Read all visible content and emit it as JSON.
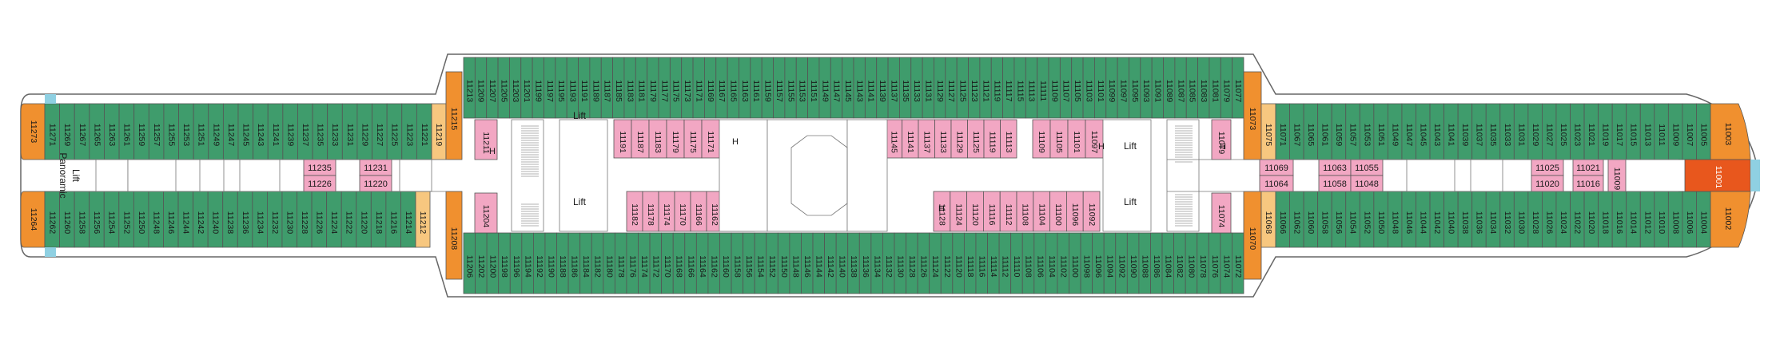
{
  "colors": {
    "balcony": "#3f9c6c",
    "inside": "#f2a7c3",
    "suite": "#f0902f",
    "suite_light": "#f7c77f",
    "owner_suite": "#e8571d",
    "glass": "#8fd0e2",
    "structure": "#ffffff",
    "outline": "#555555"
  },
  "labels": {
    "lift": "Lift",
    "panoramic_lift_line1": "Panoramic",
    "panoramic_lift_line2": "Lift",
    "h_marker": "H"
  },
  "aft_suites": [
    "11273",
    "11264"
  ],
  "forward_suites": {
    "port": "11003",
    "center": "11001",
    "starboard": "11002"
  },
  "rows": {
    "top_aft": [
      "11271",
      "11269",
      "11267",
      "11265",
      "11263",
      "11261",
      "11259",
      "11257",
      "11255",
      "11253",
      "11251",
      "11249",
      "11247",
      "11245",
      "11243",
      "11241",
      "11239",
      "11237",
      "11235",
      "11233",
      "11231",
      "11229",
      "11227",
      "11225",
      "11223",
      "11221"
    ],
    "top_aft_suite": "11219",
    "top_aft_suite2": "11215",
    "bottom_aft": [
      "11262",
      "11260",
      "11258",
      "11256",
      "11254",
      "11252",
      "11250",
      "11248",
      "11246",
      "11244",
      "11242",
      "11240",
      "11238",
      "11236",
      "11234",
      "11232",
      "11230",
      "11228",
      "11226",
      "11224",
      "11222",
      "11220",
      "11218",
      "11216",
      "11214"
    ],
    "bottom_aft_suite": "11212",
    "bottom_aft_suite2": "11208",
    "top_mid": [
      "11213",
      "11209",
      "11207",
      "11205",
      "11203",
      "11201",
      "11199",
      "11197",
      "11195",
      "11193",
      "11191",
      "11189",
      "11187",
      "11185",
      "11183",
      "11181",
      "11179",
      "11177",
      "11175",
      "11173",
      "11171",
      "11169",
      "11167",
      "11165",
      "11163",
      "11161",
      "11159",
      "11157",
      "11155",
      "11153",
      "11151",
      "11149",
      "11147",
      "11145",
      "11143",
      "11141",
      "11139",
      "11137",
      "11135",
      "11133",
      "11131",
      "11129",
      "11127",
      "11125",
      "11123",
      "11121",
      "11119",
      "11117",
      "11115",
      "11113",
      "11111",
      "11109",
      "11107",
      "11105",
      "11103",
      "11101",
      "11099",
      "11097",
      "11095",
      "11093",
      "11091",
      "11089",
      "11087",
      "11085",
      "11083",
      "11081",
      "11079",
      "11077"
    ],
    "bottom_mid": [
      "11206",
      "11202",
      "11200",
      "11198",
      "11196",
      "11194",
      "11192",
      "11190",
      "11188",
      "11186",
      "11184",
      "11182",
      "11180",
      "11178",
      "11176",
      "11174",
      "11172",
      "11170",
      "11168",
      "11166",
      "11164",
      "11162",
      "11160",
      "11158",
      "11156",
      "11154",
      "11152",
      "11150",
      "11148",
      "11146",
      "11144",
      "11142",
      "11140",
      "11138",
      "11136",
      "11134",
      "11132",
      "11130",
      "11128",
      "11126",
      "11124",
      "11122",
      "11120",
      "11118",
      "11116",
      "11114",
      "11112",
      "11110",
      "11108",
      "11106",
      "11104",
      "11102",
      "11100",
      "11098",
      "11096",
      "11094",
      "11092",
      "11090",
      "11088",
      "11086",
      "11084",
      "11082",
      "11080",
      "11078",
      "11076",
      "11074",
      "11072"
    ],
    "top_fwd_suite": "11073",
    "top_fwd_suite2": "11075",
    "bottom_fwd_suite": "11070",
    "bottom_fwd_suite2": "11068",
    "top_fwd": [
      "11071",
      "11067",
      "11065",
      "11061",
      "11059",
      "11057",
      "11053",
      "11051",
      "11049",
      "11047",
      "11045",
      "11043",
      "11041",
      "11039",
      "11037",
      "11035",
      "11033",
      "11031",
      "11029",
      "11027",
      "11025",
      "11023",
      "11021",
      "11019",
      "11017",
      "11015",
      "11013",
      "11011",
      "11009",
      "11007",
      "11005"
    ],
    "bottom_fwd": [
      "11066",
      "11062",
      "11060",
      "11058",
      "11056",
      "11054",
      "11052",
      "11050",
      "11048",
      "11046",
      "11044",
      "11042",
      "11040",
      "11038",
      "11036",
      "11034",
      "11032",
      "11030",
      "11028",
      "11026",
      "11024",
      "11022",
      "11020",
      "11018",
      "11016",
      "11014",
      "11012",
      "11010",
      "11008",
      "11006",
      "11004"
    ]
  },
  "inside_cabins": {
    "aft_a_top": "11235",
    "aft_a_bottom": "11226",
    "aft_b_top": "11231",
    "aft_b_bottom": "11220",
    "mid_left_top": "11211",
    "mid_left_bottom": "11204",
    "mid_block1_top": [
      "11191",
      "11187",
      "11183",
      "11179",
      "11175",
      "11171"
    ],
    "mid_block1_bottom": [
      "11182",
      "11178",
      "11174",
      "11170",
      "11166",
      "11162",
      "11158",
      "11154"
    ],
    "mid_block2_top": [
      "11145",
      "11141",
      "11137",
      "11133",
      "11129",
      "11125",
      "11119",
      "11113"
    ],
    "mid_block2_bottom": [
      "11128",
      "11124",
      "11120",
      "11116",
      "11112",
      "11108",
      "11104",
      "11100",
      "11096",
      "11092"
    ],
    "mid_block3_top": [
      "11109",
      "11105",
      "11101",
      "11097"
    ],
    "mid_right_top": "11079",
    "mid_right_bottom": "11074",
    "fwd_a_top": "11069",
    "fwd_a_bottom": "11064",
    "fwd_b_top": "11063",
    "fwd_b_top2": "11055",
    "fwd_b_bottom": "11058",
    "fwd_b_bottom2": "11048",
    "fwd_c_top": "11025",
    "fwd_c_bottom": "11020",
    "fwd_d_top": "11021",
    "fwd_d_bottom": "11016",
    "fwd_e": "11009"
  }
}
